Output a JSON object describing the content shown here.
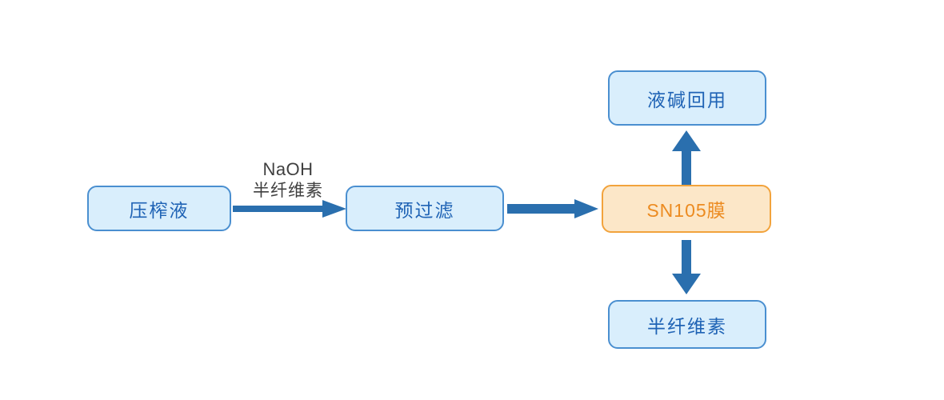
{
  "diagram": {
    "title": "",
    "colors": {
      "node_fill_blue": "#d9eefc",
      "node_border_blue": "#4a8fd0",
      "node_text_blue": "#1f63b5",
      "node_fill_orange": "#fce7c8",
      "node_border_orange": "#f2a33c",
      "node_text_orange": "#ec8b20",
      "arrow": "#2a6fae",
      "edge_label_text": "#3f3f3f",
      "background": "#ffffff"
    },
    "nodes": [
      {
        "id": "press-liquid",
        "label": "压榨液",
        "style": "blue"
      },
      {
        "id": "pre-filtration",
        "label": "预过滤",
        "style": "blue"
      },
      {
        "id": "sn105-membrane",
        "label": "SN105膜",
        "style": "orange"
      },
      {
        "id": "alkali-reuse",
        "label": "液碱回用",
        "style": "blue"
      },
      {
        "id": "hemicellulose",
        "label": "半纤维素",
        "style": "blue"
      }
    ],
    "edges": [
      {
        "id": "press-to-prefilter",
        "from": "press-liquid",
        "to": "pre-filtration",
        "direction": "right",
        "label_line1": "NaOH",
        "label_line2": "半纤维素"
      },
      {
        "id": "prefilter-to-membrane",
        "from": "pre-filtration",
        "to": "sn105-membrane",
        "direction": "right",
        "label_line1": "",
        "label_line2": ""
      },
      {
        "id": "membrane-to-alkali",
        "from": "sn105-membrane",
        "to": "alkali-reuse",
        "direction": "up",
        "label_line1": "",
        "label_line2": ""
      },
      {
        "id": "membrane-to-hemicellulose",
        "from": "sn105-membrane",
        "to": "hemicellulose",
        "direction": "down",
        "label_line1": "",
        "label_line2": ""
      }
    ]
  }
}
